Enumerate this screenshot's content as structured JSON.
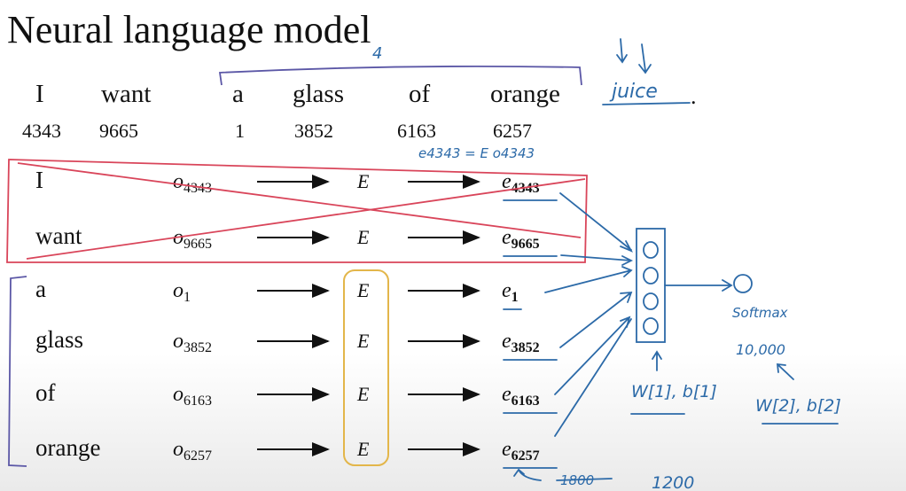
{
  "title": "Neural language model",
  "sentence": {
    "words": [
      "I",
      "want",
      "a",
      "glass",
      "of",
      "orange"
    ],
    "indices": [
      "4343",
      "9665",
      "1",
      "3852",
      "6163",
      "6257"
    ]
  },
  "rows": [
    {
      "word": "I",
      "onehot_sub": "4343",
      "matrix": "E",
      "embed_sub": "4343"
    },
    {
      "word": "want",
      "onehot_sub": "9665",
      "matrix": "E",
      "embed_sub": "9665"
    },
    {
      "word": "a",
      "onehot_sub": "1",
      "matrix": "E",
      "embed_sub": "1"
    },
    {
      "word": "glass",
      "onehot_sub": "3852",
      "matrix": "E",
      "embed_sub": "3852"
    },
    {
      "word": "of",
      "onehot_sub": "6163",
      "matrix": "E",
      "embed_sub": "6163"
    },
    {
      "word": "orange",
      "onehot_sub": "6257",
      "matrix": "E",
      "embed_sub": "6257"
    }
  ],
  "symbols": {
    "onehot": "o",
    "embed": "e"
  },
  "annotations": {
    "window_size": "4",
    "target_word": "juice",
    "period": ".",
    "equation": "e4343 = E o4343",
    "softmax": "Softmax",
    "vocab_size": "10,000",
    "hidden_params": "W[1], b[1]",
    "output_params": "W[2], b[2]",
    "old_dim": "1800",
    "new_dim": "1200"
  },
  "colors": {
    "red_box": "#d9455a",
    "bracket": "#5b57a6",
    "yellow_box": "#e3b64a",
    "ink": "#2c6aa8"
  }
}
